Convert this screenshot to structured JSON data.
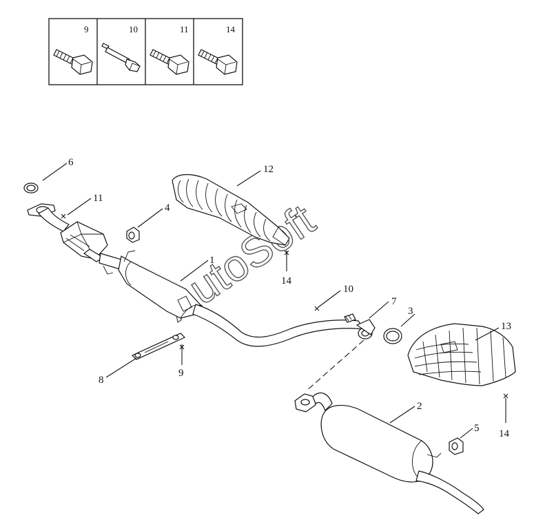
{
  "fastener_box": {
    "cells": [
      {
        "number": "9"
      },
      {
        "number": "10"
      },
      {
        "number": "11"
      },
      {
        "number": "14"
      }
    ]
  },
  "callouts": [
    {
      "number": "1"
    },
    {
      "number": "2"
    },
    {
      "number": "3"
    },
    {
      "number": "4"
    },
    {
      "number": "5"
    },
    {
      "number": "6"
    },
    {
      "number": "7"
    },
    {
      "number": "8"
    },
    {
      "number": "9"
    },
    {
      "number": "10"
    },
    {
      "number": "11"
    },
    {
      "number": "12"
    },
    {
      "number": "13"
    },
    {
      "number": "14"
    },
    {
      "number": "14"
    }
  ],
  "watermark": "AutoSoft"
}
